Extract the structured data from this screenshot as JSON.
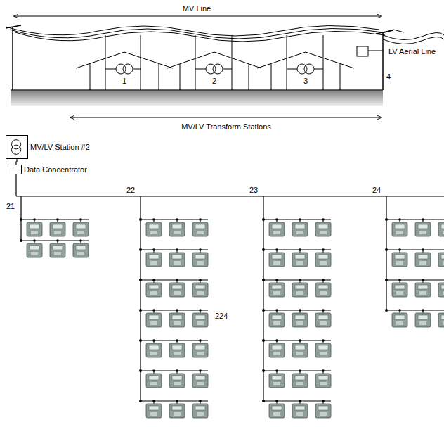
{
  "diagram": {
    "nodes": [
      {
        "text": [
          "MV/LV Station #2"
        ]
      },
      {
        "text": [
          "Data Concentrator"
        ]
      }
    ],
    "edges": [
      {
        "from": 0,
        "to": 1,
        "arrow": "none"
      }
    ],
    "labels": [
      "MV Line",
      "LV Aerial Line",
      "1",
      "2",
      "3",
      "4",
      "MV/LV Transform Stations",
      "21",
      "22",
      "23",
      "24",
      "224"
    ]
  }
}
